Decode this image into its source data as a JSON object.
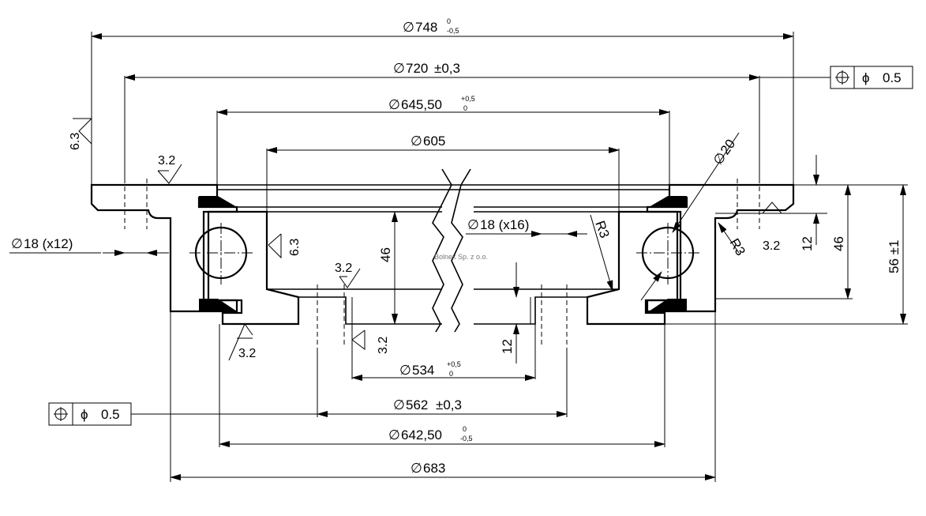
{
  "dimensions": {
    "d748": {
      "value": "748",
      "upper": "0",
      "lower": "-0,5"
    },
    "d720": {
      "value": "720",
      "tol": "±0,3"
    },
    "d645": {
      "value": "645,50",
      "upper": "+0,5",
      "lower": "0"
    },
    "d605": {
      "value": "605"
    },
    "d20": {
      "value": "20"
    },
    "d18x16": {
      "value": "18 (x16)"
    },
    "d18x12": {
      "value": "18 (x12)"
    },
    "d534": {
      "value": "534",
      "upper": "+0,5",
      "lower": "0"
    },
    "d562": {
      "value": "562",
      "tol": "±0,3"
    },
    "d642": {
      "value": "642,50",
      "upper": "0",
      "lower": "-0,5"
    },
    "d683": {
      "value": "683"
    },
    "h46_left": "46",
    "h46_right": "46",
    "h12_right": "12",
    "h12_bottom": "12",
    "h56": "56 ±1",
    "r3_left": "R3",
    "r3_right": "R3"
  },
  "symbols": {
    "diameter": "∅",
    "position": "⌖",
    "small_diameter": "ϕ"
  },
  "roughness": {
    "top_left": "3.2",
    "side": "6.3",
    "inner": "6.3",
    "inner_low": "3.2",
    "bottom_left": "3.2",
    "bottom_center": "3.2",
    "right": "3.2"
  },
  "tolerance_frames": {
    "top_right": "0.5",
    "bottom_left": "0.5"
  },
  "watermark": "Bolnex Sp. z o.o."
}
